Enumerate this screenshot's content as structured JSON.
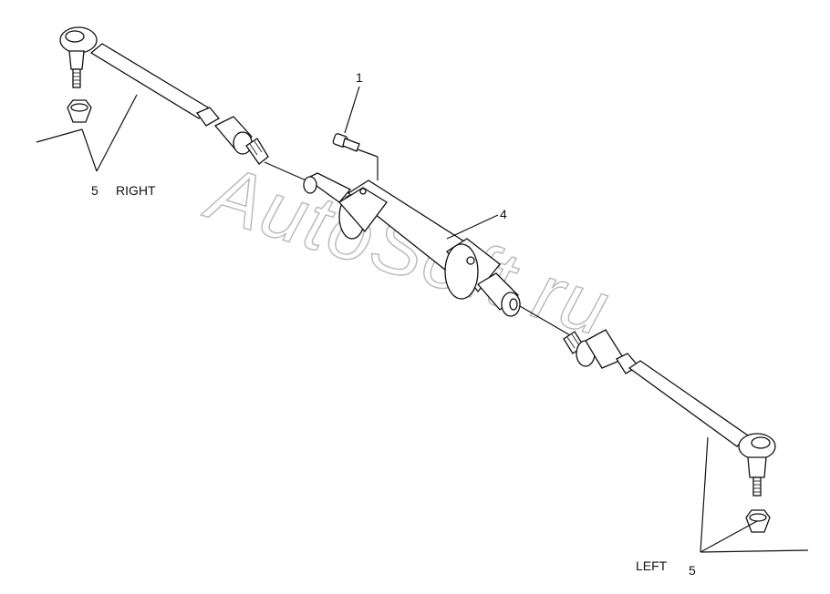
{
  "watermark": "AutoSoft.ru",
  "callouts": {
    "bolt": "1",
    "cylinder": "4",
    "right_tie_rod": "5",
    "left_tie_rod": "5"
  },
  "side_labels": {
    "right": "RIGHT",
    "left": "LEFT"
  }
}
